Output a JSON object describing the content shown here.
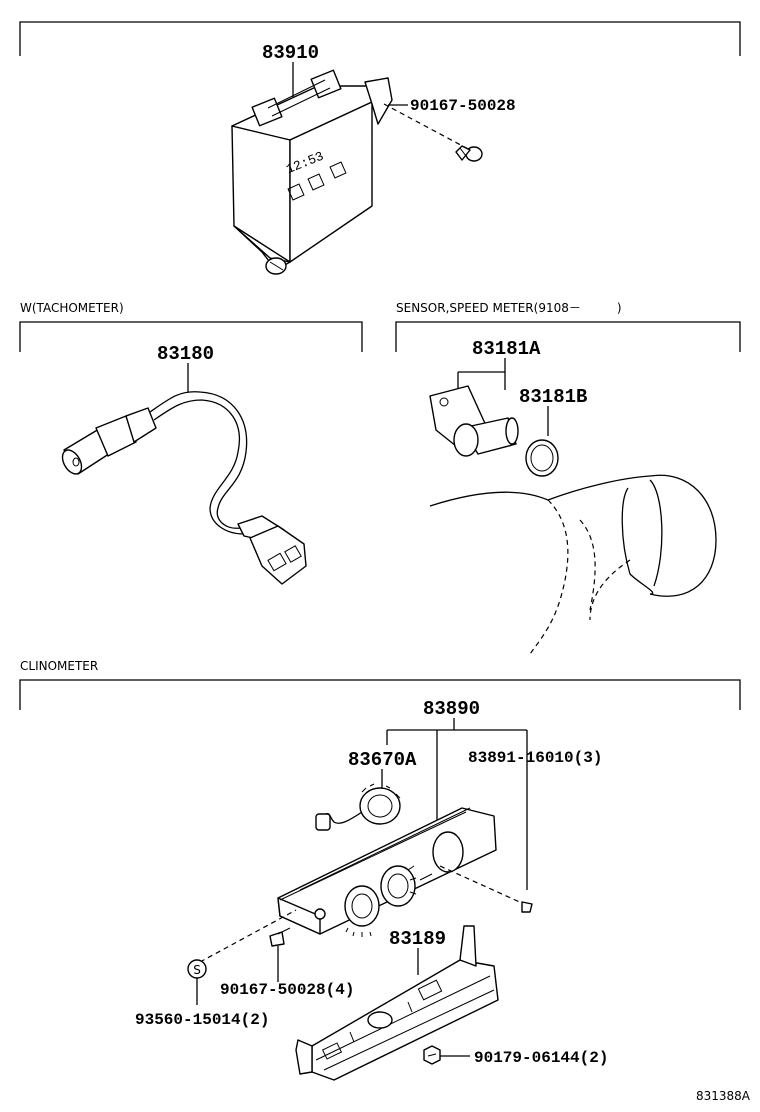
{
  "sections": {
    "tachometer": "W(TACHOMETER)",
    "speed_sensor": "SENSOR,SPEED METER(9108－　　　)",
    "clinometer": "CLINOMETER"
  },
  "parts": {
    "p83910": "83910",
    "p90167_top": "90167-50028",
    "p83180": "83180",
    "p83181A": "83181A",
    "p83181B": "83181B",
    "p83890": "83890",
    "p83670A": "83670A",
    "p83891": "83891-16010(3)",
    "p83189": "83189",
    "p90167_bottom": "90167-50028(4)",
    "p93560": "93560-15014(2)",
    "p90179": "90179-06144(2)",
    "s_symbol": "S"
  },
  "module_display": "12:53",
  "diagram_code": "831388A",
  "colors": {
    "line": "#000000",
    "background": "#ffffff"
  }
}
